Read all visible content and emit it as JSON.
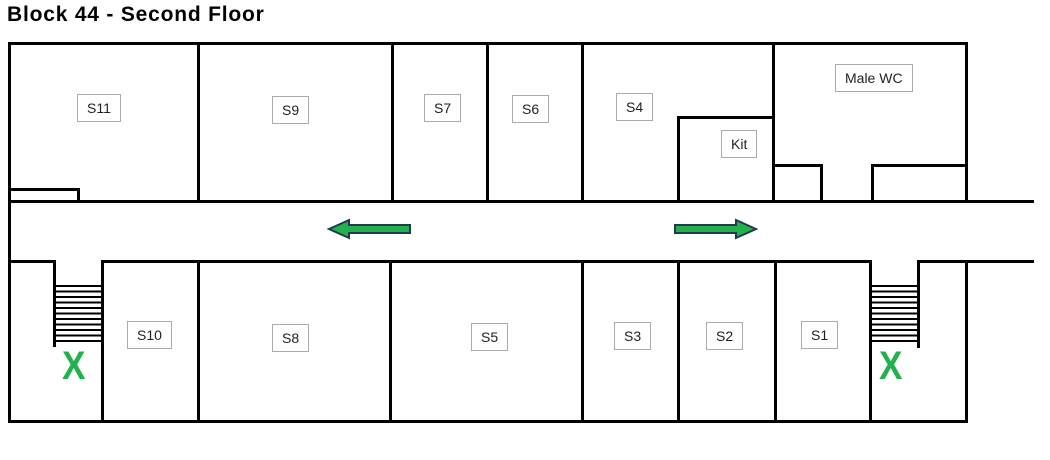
{
  "title": "Block 44 - Second Floor",
  "colors": {
    "wall": "#000000",
    "green": "#23b14d",
    "arrow_outline": "#203a4e",
    "label_border": "#ababab",
    "text": "#1f1f1f"
  },
  "rooms": {
    "top_row": [
      {
        "id": "s11",
        "label": "S11"
      },
      {
        "id": "s9",
        "label": "S9"
      },
      {
        "id": "s7",
        "label": "S7"
      },
      {
        "id": "s6",
        "label": "S6"
      },
      {
        "id": "s4",
        "label": "S4"
      },
      {
        "id": "kit",
        "label": "Kit"
      },
      {
        "id": "male_wc",
        "label": "Male WC"
      }
    ],
    "bottom_row": [
      {
        "id": "s10",
        "label": "S10"
      },
      {
        "id": "s8",
        "label": "S8"
      },
      {
        "id": "s5",
        "label": "S5"
      },
      {
        "id": "s3",
        "label": "S3"
      },
      {
        "id": "s2",
        "label": "S2"
      },
      {
        "id": "s1",
        "label": "S1"
      }
    ]
  },
  "exits": {
    "left_label": "X",
    "right_label": "X"
  },
  "icons": {
    "direction_arrow_left": "green-block-arrow-pointing-left",
    "direction_arrow_right": "green-block-arrow-pointing-right",
    "staircase_left": "hatched-stairs",
    "staircase_right": "hatched-stairs",
    "exit_marker": "green-X"
  }
}
